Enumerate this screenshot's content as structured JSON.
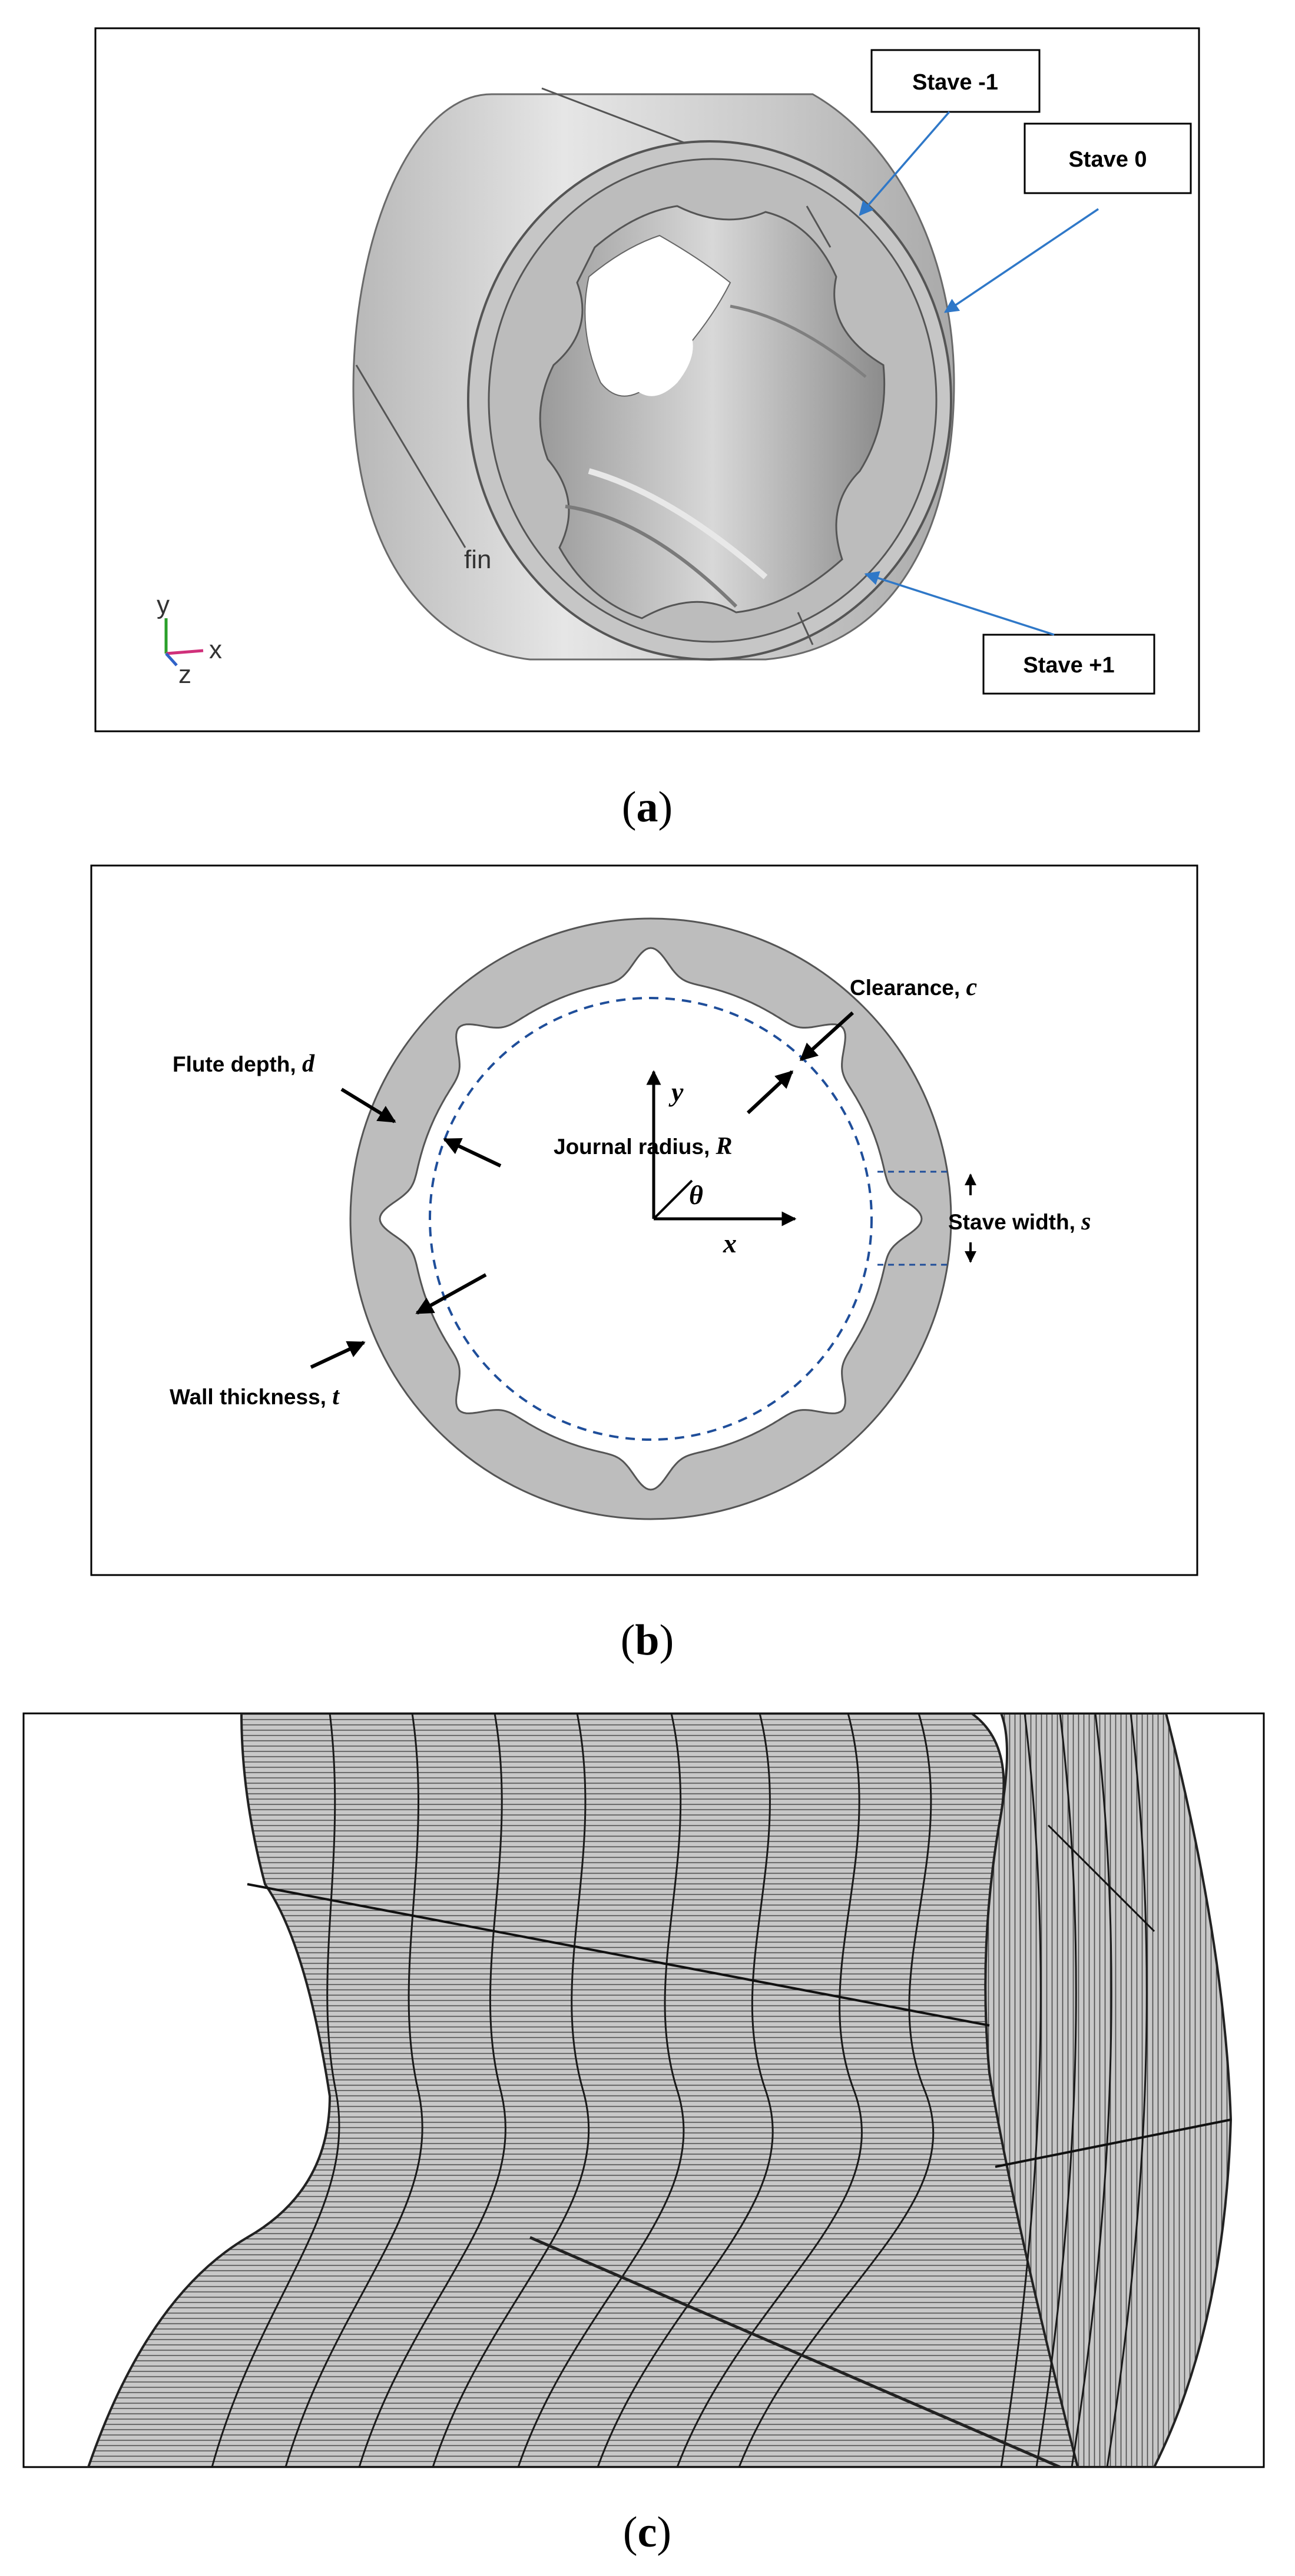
{
  "panels": {
    "a": {
      "label_open": "(",
      "label_letter": "a",
      "label_close": ")",
      "callouts": {
        "stave_minus1": "Stave -1",
        "stave_0": "Stave 0",
        "stave_plus1": "Stave +1"
      },
      "fin_text": "fin",
      "triad": {
        "y": "y",
        "x": "x",
        "z": "z"
      }
    },
    "b": {
      "label_open": "(",
      "label_letter": "b",
      "label_close": ")",
      "labels": {
        "clearance": "Clearance, ",
        "clearance_var": "c",
        "flute_depth": "Flute depth, ",
        "flute_depth_var": "d",
        "journal_radius": "Journal radius, ",
        "journal_radius_var": "R",
        "stave_width": "Stave width, ",
        "stave_width_var": "s",
        "wall_thickness": "Wall thickness, ",
        "wall_thickness_var": "t",
        "axis_y": "y",
        "axis_x": "x",
        "angle": "θ"
      }
    },
    "c": {
      "label_open": "(",
      "label_letter": "c",
      "label_close": ")"
    }
  },
  "colors": {
    "callout_arrow": "#2f78c8",
    "bearing_face": "#bdbdbd",
    "bearing_shell": "#d3d3d3",
    "dashed_circle": "#1f4e9a",
    "mesh_fill": "#c4c4c4",
    "mesh_line": "#3a3a3a"
  }
}
